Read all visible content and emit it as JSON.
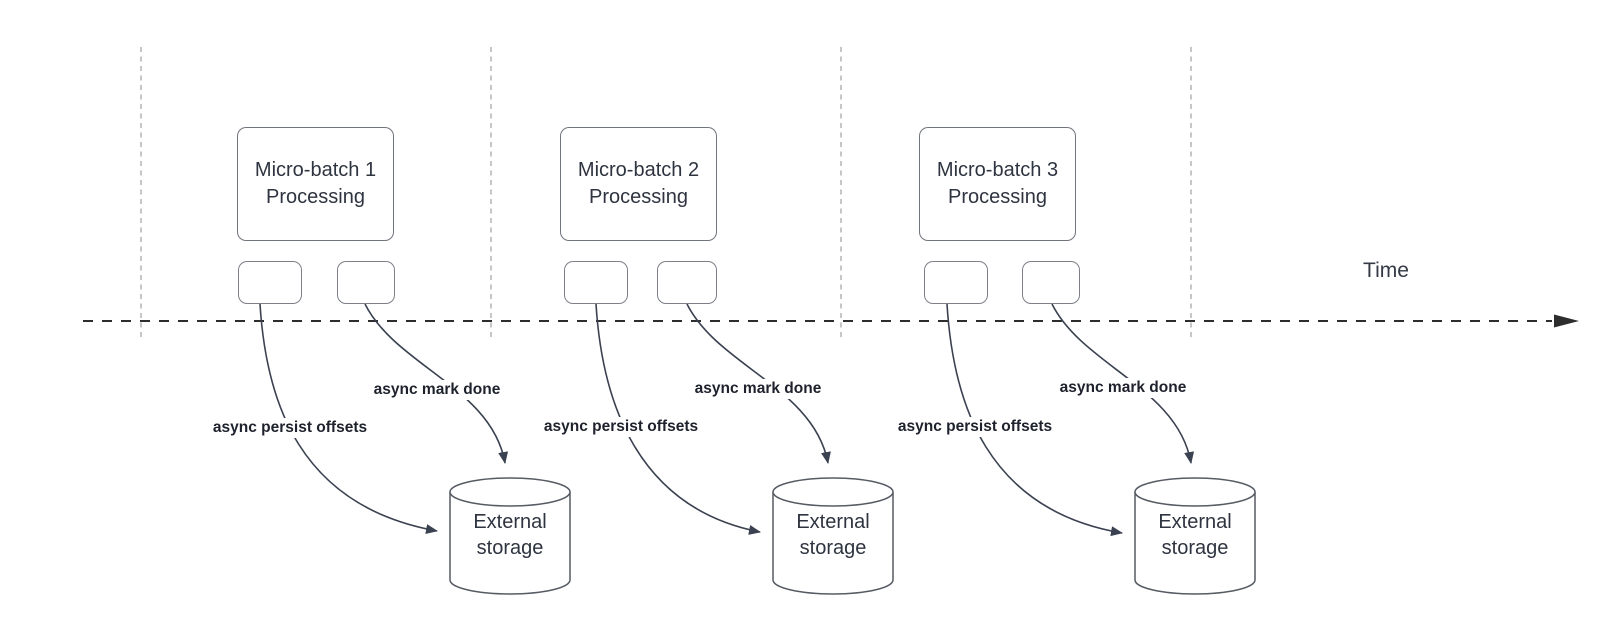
{
  "time_axis": {
    "label": "Time"
  },
  "batches": [
    {
      "title_line1": "Micro-batch 1",
      "title_line2": "Processing",
      "persist_label": "async persist offsets",
      "done_label": "async mark done",
      "storage_line1": "External",
      "storage_line2": "storage"
    },
    {
      "title_line1": "Micro-batch 2",
      "title_line2": "Processing",
      "persist_label": "async persist offsets",
      "done_label": "async mark done",
      "storage_line1": "External",
      "storage_line2": "storage"
    },
    {
      "title_line1": "Micro-batch 3",
      "title_line2": "Processing",
      "persist_label": "async persist offsets",
      "done_label": "async mark done",
      "storage_line1": "External",
      "storage_line2": "storage"
    }
  ],
  "colors": {
    "curve_stroke": "#3a4150",
    "axis_stroke": "#2d2d2d",
    "guide_stroke": "#b3b3b3",
    "box_border": "#70757c",
    "box_text": "#2e3440",
    "label_text": "#1d222c"
  }
}
